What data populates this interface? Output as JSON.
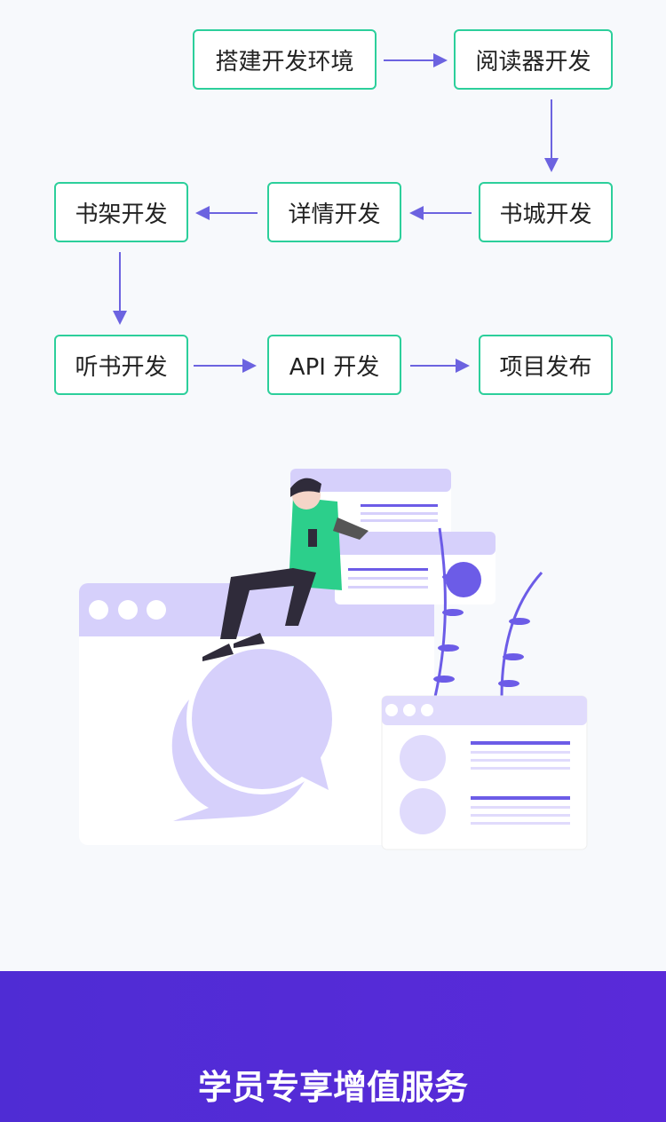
{
  "flow": {
    "steps": [
      "搭建开发环境",
      "阅读器开发",
      "书城开发",
      "详情开发",
      "书架开发",
      "听书开发",
      "API 开发",
      "项目发布"
    ]
  },
  "colors": {
    "box_border": "#2ccf9b",
    "arrow": "#6c63e0",
    "band": "#522ed6",
    "illustration": "#d6d0fb"
  },
  "footer": {
    "title": "学员专享增值服务"
  }
}
